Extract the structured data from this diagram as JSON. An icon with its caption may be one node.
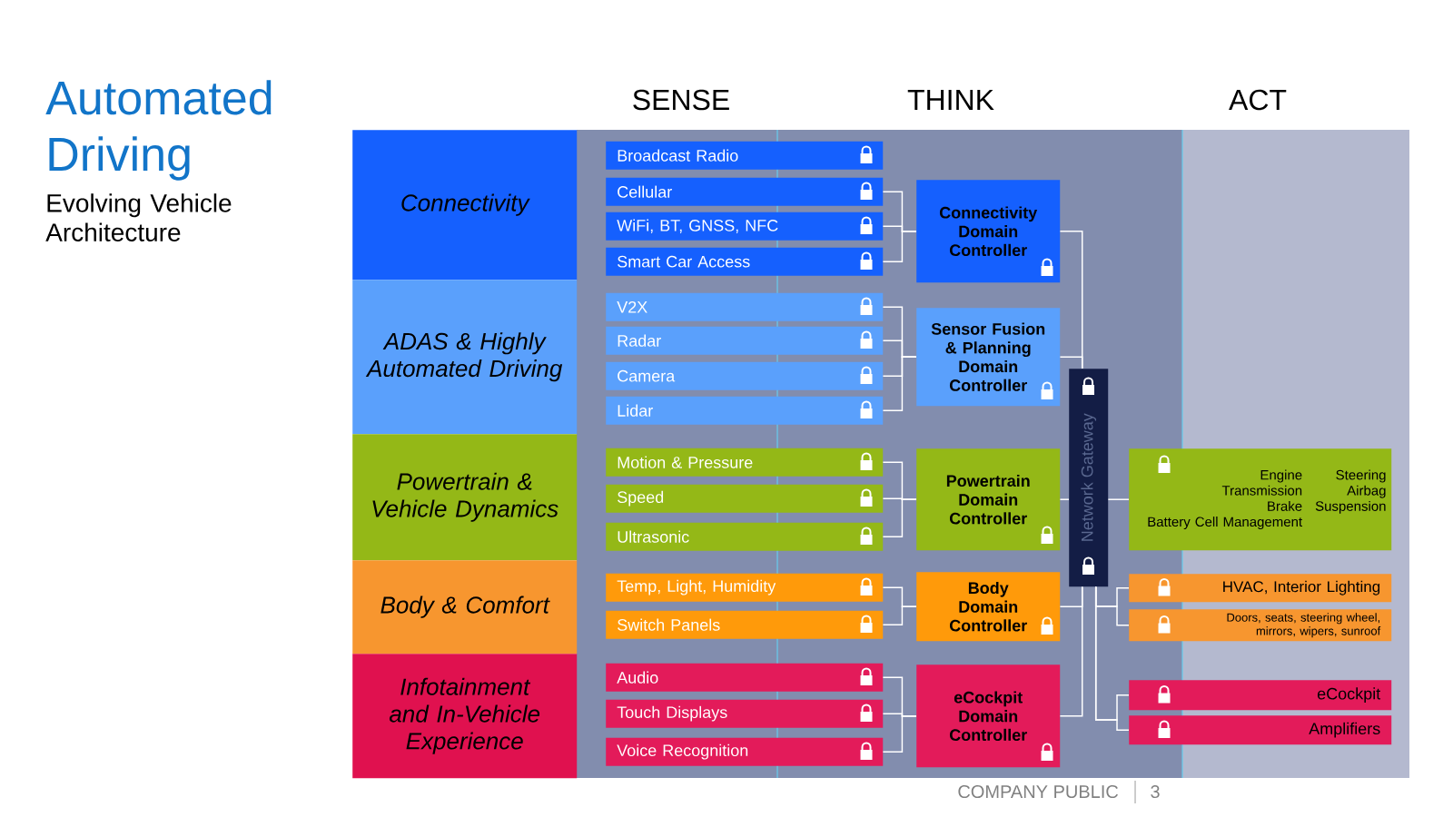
{
  "diagram": {
    "title": "Automated Driving",
    "nodes": [
      {
        "text": [
          "Connectivity"
        ]
      },
      {
        "text": [
          "ADAS & Highly Automated Driving"
        ]
      },
      {
        "text": [
          "Powertrain & Vehicle Dynamics"
        ]
      },
      {
        "text": [
          "Body & Comfort"
        ]
      },
      {
        "text": [
          "Infotainment and In-Vehicle Experience"
        ]
      },
      {
        "text": [
          "Broadcast Radio"
        ]
      },
      {
        "text": [
          "Cellular"
        ]
      },
      {
        "text": [
          "WiFi, BT, GNSS, NFC"
        ]
      },
      {
        "text": [
          "Smart Car Access"
        ]
      },
      {
        "text": [
          "V2X"
        ]
      },
      {
        "text": [
          "Radar"
        ]
      },
      {
        "text": [
          "Camera"
        ]
      },
      {
        "text": [
          "Lidar"
        ]
      },
      {
        "text": [
          "Motion & Pressure"
        ]
      },
      {
        "text": [
          "Speed"
        ]
      },
      {
        "text": [
          "Ultrasonic"
        ]
      },
      {
        "text": [
          "Temp, Light, Humidity"
        ]
      },
      {
        "text": [
          "Switch Panels"
        ]
      },
      {
        "text": [
          "Audio"
        ]
      },
      {
        "text": [
          "Touch Displays"
        ]
      },
      {
        "text": [
          "Voice Recognition"
        ]
      },
      {
        "text": [
          "Connectivity Domain Controller"
        ]
      },
      {
        "text": [
          "Sensor Fusion & Planning Domain Controller"
        ]
      },
      {
        "text": [
          "Powertrain Domain Controller"
        ]
      },
      {
        "text": [
          "Body Domain Controller"
        ]
      },
      {
        "text": [
          "eCockpit Domain Controller"
        ]
      },
      {
        "text": [
          "Network Gateway"
        ]
      },
      {
        "text": [
          "Engine",
          "Steering",
          "Transmission",
          "Airbag",
          "Brake",
          "Suspension",
          "Battery Cell Management"
        ]
      },
      {
        "text": [
          "HVAC, Interior Lighting"
        ]
      },
      {
        "text": [
          "Doors, seats, steering wheel, mirrors, wipers, sunroof"
        ]
      },
      {
        "text": [
          "eCockpit"
        ]
      },
      {
        "text": [
          "Amplifiers"
        ]
      }
    ],
    "edges": [
      {
        "from": 6,
        "to": 21,
        "arrow": "none"
      },
      {
        "from": 7,
        "to": 21,
        "arrow": "none"
      },
      {
        "from": 8,
        "to": 21,
        "arrow": "none"
      },
      {
        "from": 9,
        "to": 22,
        "arrow": "none"
      },
      {
        "from": 10,
        "to": 22,
        "arrow": "none"
      },
      {
        "from": 11,
        "to": 22,
        "arrow": "none"
      },
      {
        "from": 12,
        "to": 22,
        "arrow": "none"
      },
      {
        "from": 13,
        "to": 23,
        "arrow": "none"
      },
      {
        "from": 14,
        "to": 23,
        "arrow": "none"
      },
      {
        "from": 15,
        "to": 23,
        "arrow": "none"
      },
      {
        "from": 16,
        "to": 24,
        "arrow": "none"
      },
      {
        "from": 17,
        "to": 24,
        "arrow": "none"
      },
      {
        "from": 18,
        "to": 25,
        "arrow": "none"
      },
      {
        "from": 19,
        "to": 25,
        "arrow": "none"
      },
      {
        "from": 20,
        "to": 25,
        "arrow": "none"
      },
      {
        "from": 21,
        "to": 26,
        "arrow": "none"
      },
      {
        "from": 22,
        "to": 26,
        "arrow": "none"
      },
      {
        "from": 23,
        "to": 26,
        "arrow": "none"
      },
      {
        "from": 24,
        "to": 26,
        "arrow": "none"
      },
      {
        "from": 25,
        "to": 26,
        "arrow": "none"
      },
      {
        "from": 26,
        "to": 27,
        "arrow": "none"
      },
      {
        "from": 26,
        "to": 28,
        "arrow": "none"
      },
      {
        "from": 26,
        "to": 29,
        "arrow": "none"
      },
      {
        "from": 26,
        "to": 30,
        "arrow": "none"
      },
      {
        "from": 26,
        "to": 31,
        "arrow": "none"
      }
    ],
    "labels": [
      "Evolving Vehicle Architecture",
      "SENSE",
      "THINK",
      "ACT",
      "COMPANY PUBLIC",
      "3"
    ]
  }
}
